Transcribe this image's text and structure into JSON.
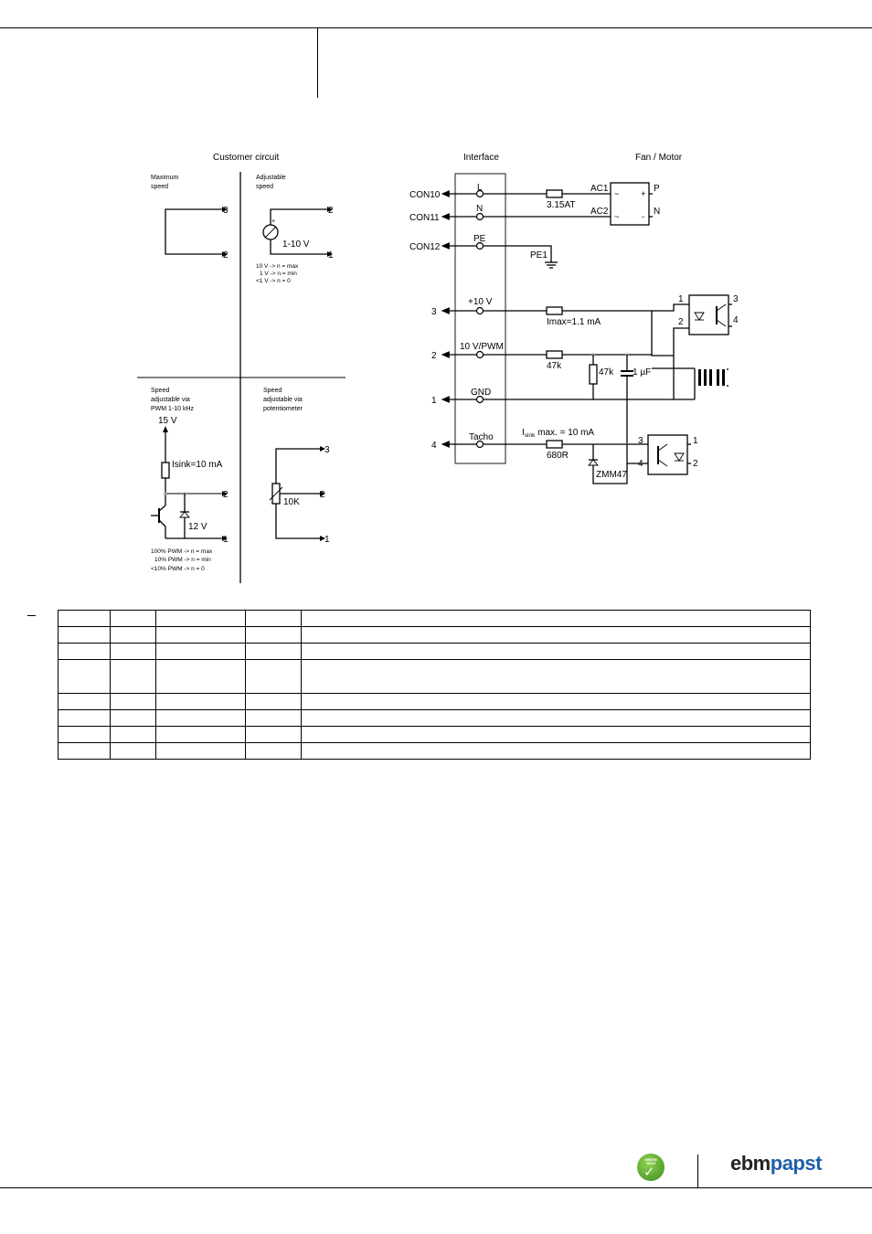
{
  "header": {},
  "diagram": {
    "customer_circuit_title": "Customer circuit",
    "interface_title": "Interface",
    "fan_motor_title": "Fan / Motor",
    "max_speed": {
      "line1": "Maximum",
      "line2": "speed",
      "pin3": "3",
      "pin2": "2"
    },
    "adjustable_speed": {
      "line1": "Adjustable",
      "line2": "speed",
      "voltage": "1-10 V",
      "pin2": "2",
      "pin1": "1",
      "note1": "10 V -> n = max",
      "note2": "1 V -> n = min",
      "note3": "<1 V -> n = 0"
    },
    "pwm_speed": {
      "line1": "Speed",
      "line2": "adjustable via",
      "line3": "PWM 1-10 kHz",
      "supply": "15 V",
      "current": "Isink=10 mA",
      "zener": "12 V",
      "pin2": "2",
      "pin1": "1",
      "note1": "100% PWM -> n = max",
      "note2": "10% PWM -> n = min",
      "note3": "<10% PWM -> n = 0"
    },
    "pot_speed": {
      "line1": "Speed",
      "line2": "adjustable via",
      "line3": "potentiometer",
      "pot_value": "10K",
      "pin3": "3",
      "pin2": "2",
      "pin1": "1"
    },
    "connectors": {
      "con10": "CON10",
      "con11": "CON11",
      "con12": "CON12"
    },
    "interface_pins": {
      "l": "L",
      "n": "N",
      "pe": "PE",
      "v10": "+10 V",
      "pwm": "10 V/PWM",
      "gnd": "GND",
      "tacho": "Tacho"
    },
    "pin_numbers": {
      "p3": "3",
      "p2": "2",
      "p1": "1",
      "p4": "4"
    },
    "components": {
      "fuse": "3.15AT",
      "pe1": "PE1",
      "imax": "Imax=1.1 mA",
      "r47k_series": "47k",
      "r47k_shunt": "47k",
      "cap": "1 µF",
      "isink_label": "I",
      "isink_sub": "sink",
      "isink_rest": " max. = 10 mA",
      "r680": "680R",
      "zener": "ZMM47"
    },
    "fan_motor": {
      "ac1": "AC1",
      "ac2": "AC2",
      "p": "P",
      "n": "N",
      "plus": "+",
      "minus": "-",
      "tilde1": "~",
      "tilde2": "~"
    },
    "opto_top": {
      "pin1": "1",
      "pin2": "2",
      "pin3": "3",
      "pin4": "4"
    },
    "opto_bottom": {
      "pin3": "3",
      "pin4": "4",
      "pin1": "1",
      "pin2": "2"
    }
  },
  "table": {
    "rows": [
      [
        "",
        "",
        "",
        "",
        ""
      ],
      [
        "",
        "",
        "",
        "",
        ""
      ],
      [
        "",
        "",
        "",
        "",
        ""
      ],
      [
        "",
        "",
        "",
        "",
        ""
      ],
      [
        "",
        "",
        "",
        "",
        ""
      ],
      [
        "",
        "",
        "",
        "",
        ""
      ],
      [
        "",
        "",
        "",
        "",
        ""
      ],
      [
        "",
        "",
        "",
        "",
        ""
      ]
    ]
  },
  "footer": {
    "badge_text": "GREEN TECH",
    "logo_part1": "ebm",
    "logo_part2": "papst",
    "colors": {
      "brand_blue": "#1f5fa8",
      "badge_green": "#4caf2a"
    }
  }
}
